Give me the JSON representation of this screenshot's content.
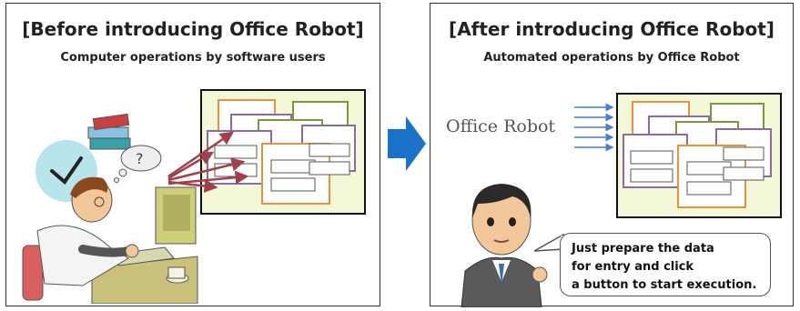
{
  "before": {
    "title": "[Before introducing Office Robot]",
    "subtitle": "Computer operations by software users"
  },
  "after": {
    "title": "[After introducing Office Robot]",
    "subtitle": "Automated operations by Office Robot",
    "robot_label": "Office Robot",
    "speech": [
      "Just prepare the data",
      "for entry and click",
      "a button to start execution."
    ]
  },
  "colors": {
    "arrow": "#1a73c8",
    "screen_bg": "#f3f8d8",
    "window_orange": "#e8913a",
    "window_green": "#7a9a3a",
    "window_purple": "#8a6aa8",
    "window_blue": "#3a76b8",
    "pointer_arrows": "#a0404a",
    "robot_arrows": "#4a7fd0"
  }
}
